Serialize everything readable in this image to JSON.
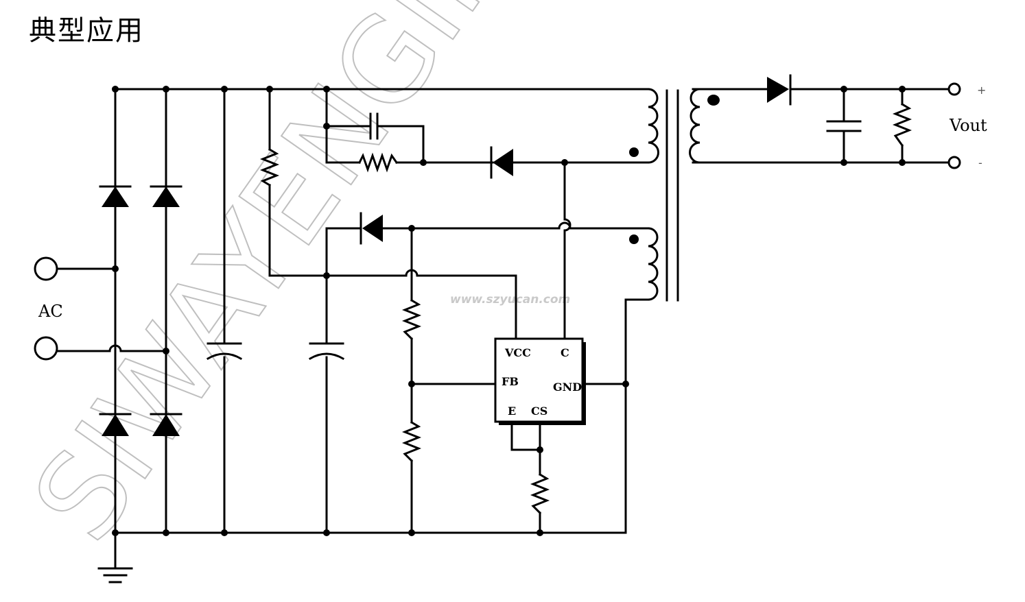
{
  "page": {
    "title": "典型应用"
  },
  "labels": {
    "ac": "AC",
    "vout": "Vout",
    "vout_plus": "+",
    "vout_minus": "-"
  },
  "ic": {
    "pins": {
      "vcc": "VCC",
      "c": "C",
      "fb": "FB",
      "gnd": "GND",
      "e": "E",
      "cs": "CS"
    }
  },
  "watermark": {
    "url": "www.szyucan.com",
    "brand": "SIWAYENGINE CONV"
  }
}
